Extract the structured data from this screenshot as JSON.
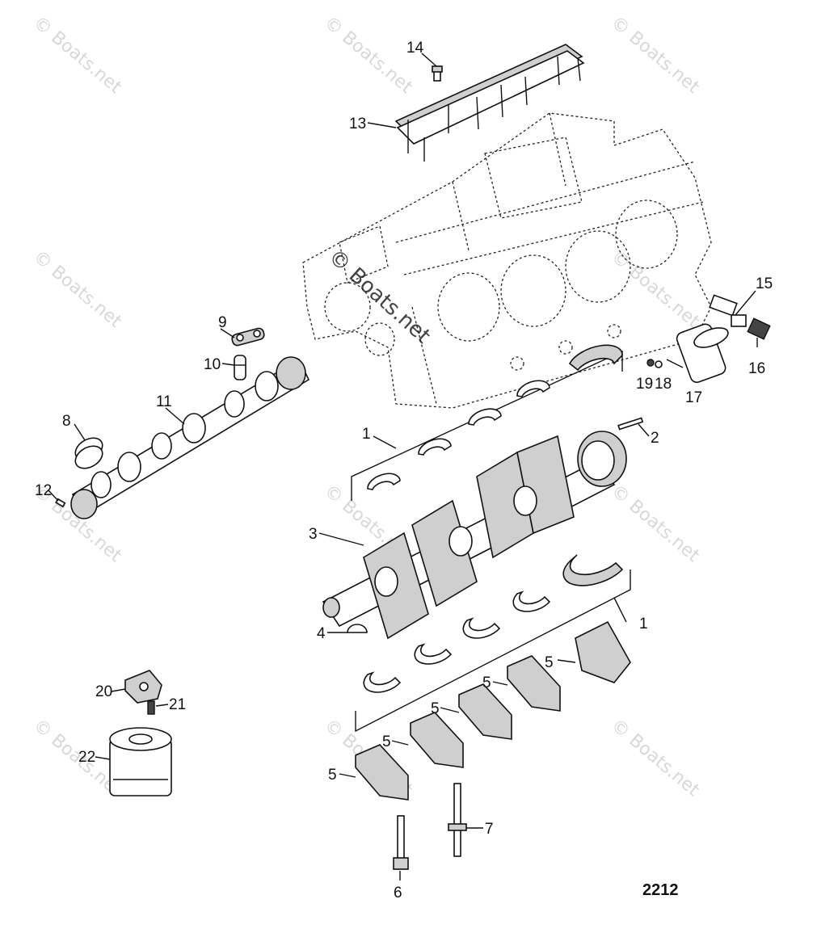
{
  "diagram": {
    "figure_number": "2212",
    "watermark_text": "© Boats.net",
    "callouts": [
      {
        "id": "c14",
        "label": "14"
      },
      {
        "id": "c13",
        "label": "13"
      },
      {
        "id": "c15",
        "label": "15"
      },
      {
        "id": "c16",
        "label": "16"
      },
      {
        "id": "c17",
        "label": "17"
      },
      {
        "id": "c18",
        "label": "18"
      },
      {
        "id": "c19",
        "label": "19"
      },
      {
        "id": "c9",
        "label": "9"
      },
      {
        "id": "c10",
        "label": "10"
      },
      {
        "id": "c11",
        "label": "11"
      },
      {
        "id": "c8",
        "label": "8"
      },
      {
        "id": "c12",
        "label": "12"
      },
      {
        "id": "c2",
        "label": "2"
      },
      {
        "id": "c1a",
        "label": "1"
      },
      {
        "id": "c1b",
        "label": "1"
      },
      {
        "id": "c3",
        "label": "3"
      },
      {
        "id": "c4",
        "label": "4"
      },
      {
        "id": "c5a",
        "label": "5"
      },
      {
        "id": "c5b",
        "label": "5"
      },
      {
        "id": "c5c",
        "label": "5"
      },
      {
        "id": "c5d",
        "label": "5"
      },
      {
        "id": "c5e",
        "label": "5"
      },
      {
        "id": "c20",
        "label": "20"
      },
      {
        "id": "c21",
        "label": "21"
      },
      {
        "id": "c22",
        "label": "22"
      },
      {
        "id": "c7",
        "label": "7"
      },
      {
        "id": "c6",
        "label": "6"
      }
    ]
  }
}
